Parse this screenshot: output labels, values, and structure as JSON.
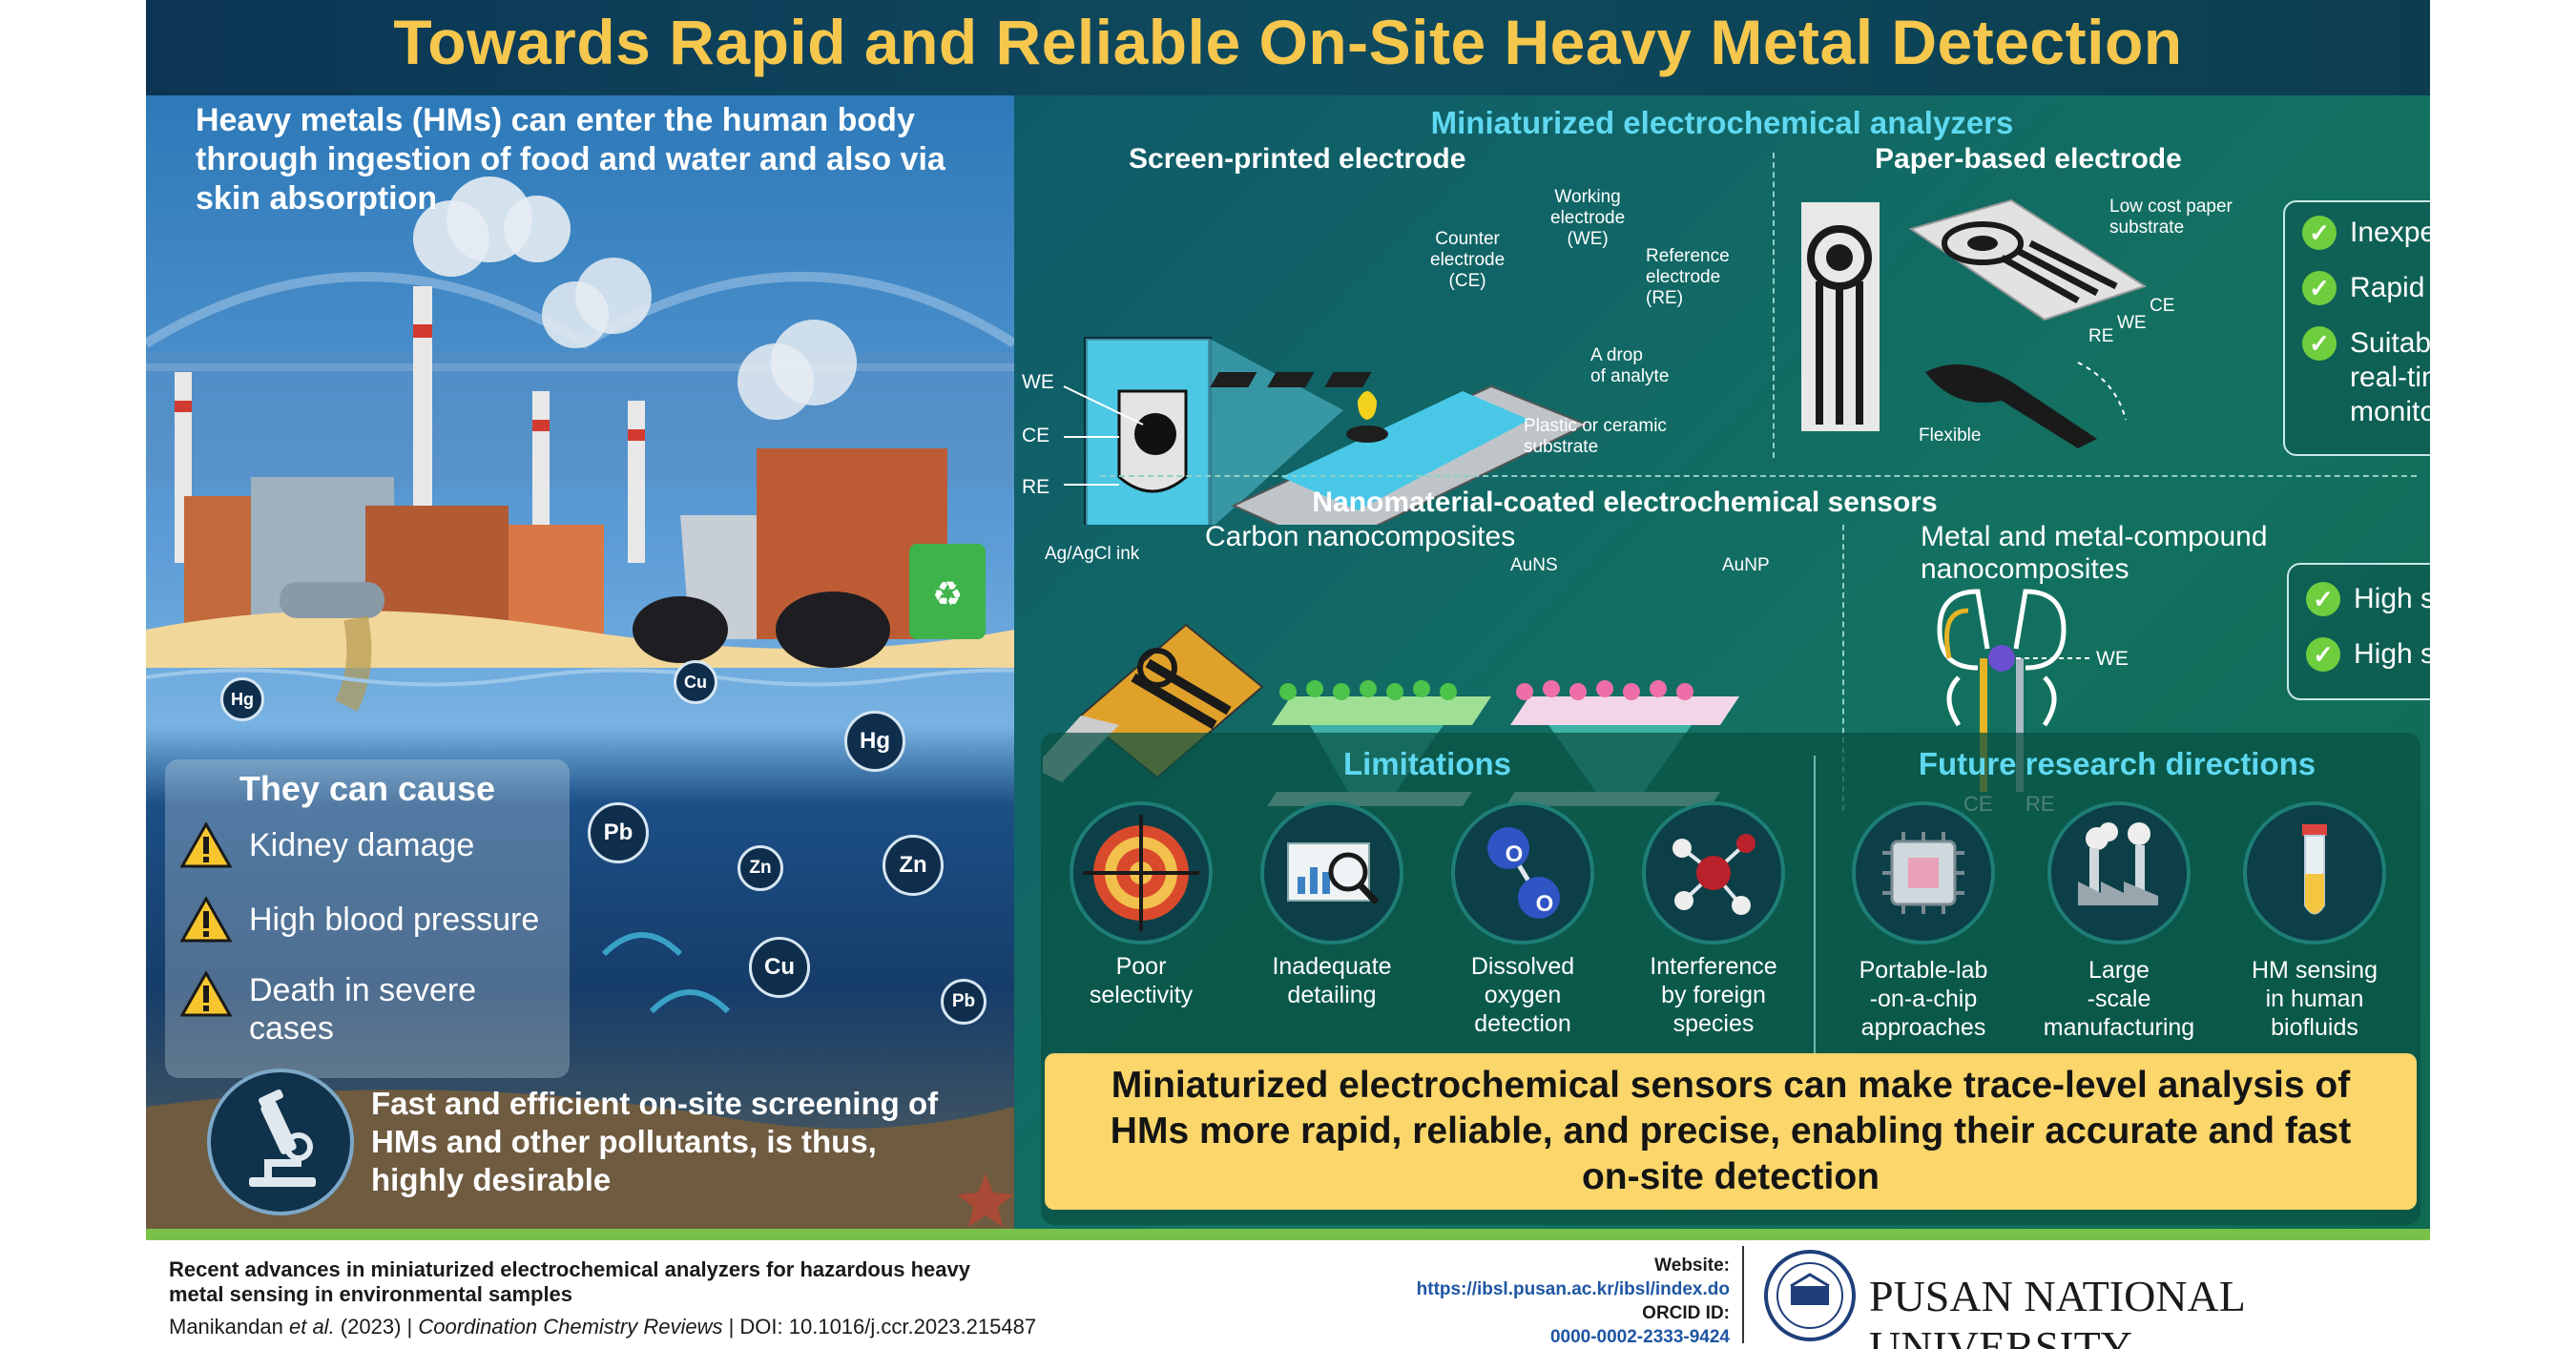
{
  "title": "Towards Rapid and Reliable On-Site Heavy Metal Detection",
  "intro": {
    "line1": "Heavy metals (HMs) can enter the human body",
    "line2": "through ingestion of food and water and also via",
    "line3": "skin absorption"
  },
  "ions": {
    "hg1": "Hg",
    "cu1": "Cu",
    "hg2": "Hg",
    "pb1": "Pb",
    "zn1": "Zn",
    "zn2": "Zn",
    "cu2": "Cu",
    "pb2": "Pb"
  },
  "causes": {
    "header": "They can cause",
    "items": [
      "Kidney damage",
      "High blood pressure",
      "Death in severe",
      "cases"
    ]
  },
  "screening": {
    "line1": "Fast and efficient on-site screening of",
    "line2": "HMs and other pollutants, is thus,",
    "line3": "highly desirable"
  },
  "analyzers": {
    "header": "Miniaturized electrochemical analyzers",
    "spe": {
      "title": "Screen-printed electrode",
      "we": "WE",
      "ce": "CE",
      "re": "RE",
      "counter": [
        "Counter",
        "electrode",
        "(CE)"
      ],
      "working": [
        "Working",
        "electrode",
        "(WE)"
      ],
      "reference": [
        "Reference",
        "electrode",
        "(RE)"
      ],
      "drop": [
        "A drop",
        "of analyte"
      ],
      "substrate": [
        "Plastic or ceramic",
        "substrate"
      ]
    },
    "paper": {
      "title": "Paper-based electrode",
      "lowcost": [
        "Low cost paper",
        "substrate"
      ],
      "ce": "CE",
      "we": "WE",
      "re": "RE",
      "flexible": "Flexible"
    },
    "benefits": [
      "Inexpensive",
      "Rapid detection",
      "Suitable for",
      "real-time",
      "monitoring"
    ]
  },
  "nano": {
    "header": "Nanomaterial-coated electrochemical sensors",
    "carbon": "Carbon nanocomposites",
    "ink": "Ag/AgCl ink",
    "auns": "AuNS",
    "aunp": "AuNP",
    "metal": "Metal and metal-compound nanocomposites",
    "we": "WE",
    "ce": "CE",
    "re": "RE",
    "benefits": [
      "High specificity",
      "High sensitivity"
    ]
  },
  "limitations": {
    "header": "Limitations",
    "items": [
      [
        "Poor",
        "selectivity"
      ],
      [
        "Inadequate",
        "detailing"
      ],
      [
        "Dissolved",
        "oxygen",
        "detection"
      ],
      [
        "Interference",
        "by foreign",
        "species"
      ]
    ]
  },
  "future": {
    "header": "Future research directions",
    "items": [
      [
        "Portable-lab",
        "-on-a-chip",
        "approaches"
      ],
      [
        "Large",
        "-scale",
        "manufacturing"
      ],
      [
        "HM sensing",
        "in human",
        "biofluids"
      ]
    ]
  },
  "conclusion": {
    "line1": "Miniaturized electrochemical sensors can make trace-level analysis of",
    "line2": "HMs more rapid, reliable, and precise, enabling their accurate and fast",
    "line3": "on-site detection"
  },
  "o2": "O",
  "footer": {
    "paper1": "Recent advances in miniaturized electrochemical analyzers for hazardous heavy",
    "paper2": "metal sensing in environmental samples",
    "authors": "Manikandan",
    "etal": " et al.",
    "year": " (2023)  |  ",
    "journal": "Coordination Chemistry Reviews",
    "doi": "  |  DOI: 10.1016/j.ccr.2023.215487",
    "website_label": "Website:",
    "website": "https://ibsl.pusan.ac.kr/ibsl/index.do",
    "orcid_label": "ORCID ID:",
    "orcid": "0000-0002-2333-9424",
    "university": "PUSAN NATIONAL UNIVERSITY"
  },
  "colors": {
    "title": "#f6c74d",
    "accent_cyan": "#5fd8f0",
    "check_green": "#6fce3e",
    "conclusion_bg": "#fbd66a",
    "footer_link": "#1e56a3"
  }
}
